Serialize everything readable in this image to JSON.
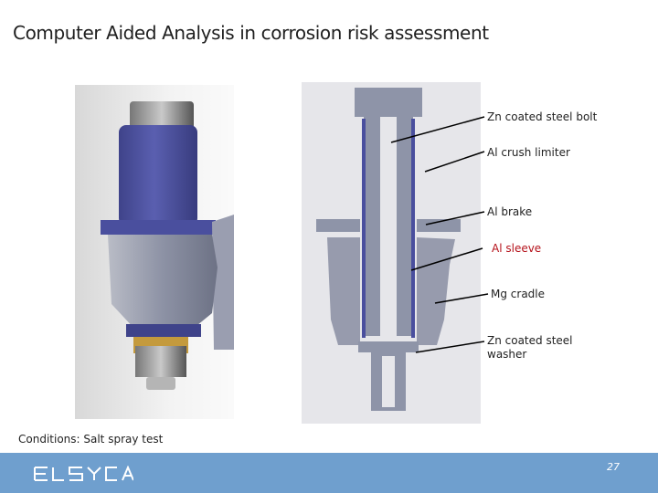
{
  "slide": {
    "title": "Computer Aided Analysis in corrosion risk assessment",
    "conditions": "Conditions: Salt spray test",
    "page_number": "27",
    "logo_text": "elsyca"
  },
  "labels": [
    {
      "text": "Zn coated steel bolt"
    },
    {
      "text": "Al crush limiter"
    },
    {
      "text": "Al brake"
    },
    {
      "text": "Al sleeve"
    },
    {
      "text": "Mg cradle"
    },
    {
      "text": "Zn coated steel"
    },
    {
      "text": "washer"
    }
  ],
  "colors": {
    "footer": "#6f9fce",
    "sleeve_label": "#b5121b",
    "bolt_blue": "#4a4f9e",
    "metal_gray": "#8e94a8"
  }
}
